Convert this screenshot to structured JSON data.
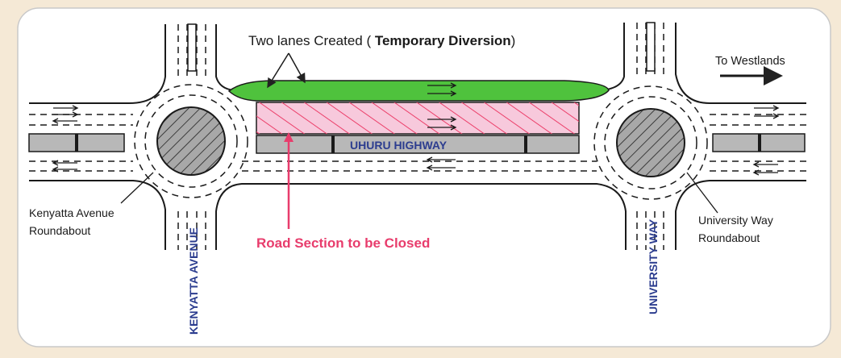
{
  "diversion": {
    "label_prefix": "Two lanes Created ( ",
    "label_bold": "Temporary Diversion",
    "label_suffix": ")"
  },
  "destination": {
    "label": "To Westlands"
  },
  "highway": {
    "name": "UHURU HIGHWAY"
  },
  "closure": {
    "label": "Road Section to be Closed"
  },
  "roads": {
    "kenyatta_avenue": "KENYATTA AVENUE",
    "university_way": "UNIVERSITY WAY"
  },
  "roundabouts": {
    "kenyatta": {
      "line1": "Kenyatta Avenue",
      "line2": "Roundabout"
    },
    "university": {
      "line1": "University Way",
      "line2": "Roundabout"
    }
  },
  "colors": {
    "background": "#f5e9d6",
    "diversion_fill": "#4fc23d",
    "closed_fill": "#f7c9dc",
    "closed_hatch": "#ec3f6a",
    "label_pink": "#e83c6c",
    "road_name_blue": "#2c3d8f",
    "median_gray": "#b8b8b8",
    "island_gray": "#a8a8a8"
  }
}
